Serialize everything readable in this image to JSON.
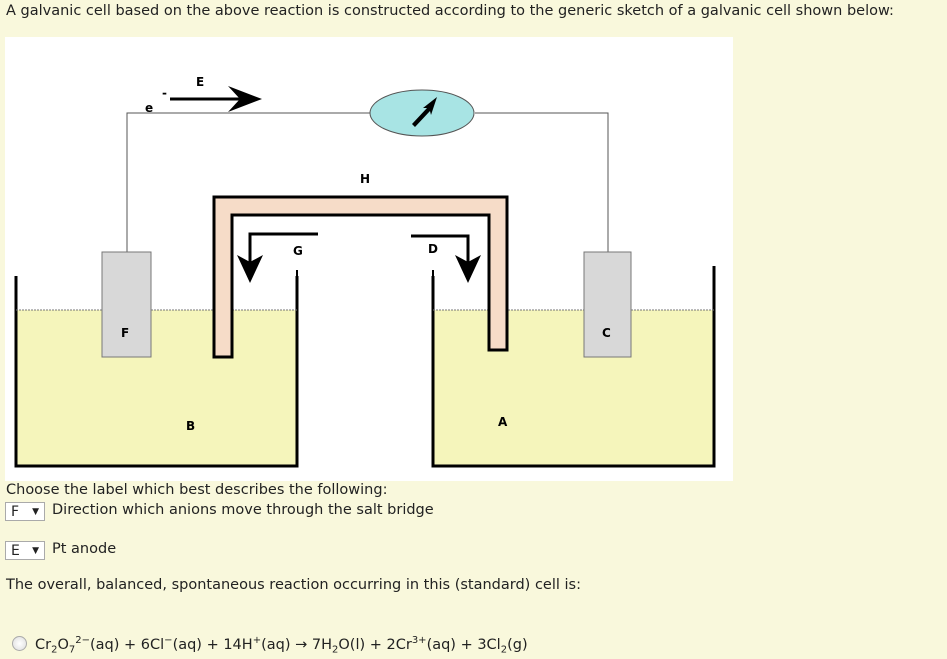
{
  "intro": "A galvanic cell based on the above reaction is constructed according to the generic sketch of a galvanic cell shown below:",
  "diagram": {
    "labels": {
      "E": "E",
      "H": "H",
      "G": "G",
      "D": "D",
      "F": "F",
      "C": "C",
      "B": "B",
      "A": "A",
      "electron": "e",
      "electron_sup": "-"
    }
  },
  "prompt": "Choose the label which best describes the following:",
  "questions": [
    {
      "selected": "F",
      "text": "Direction which anions move through the salt bridge"
    },
    {
      "selected": "E",
      "text": "Pt anode"
    }
  ],
  "reaction_prompt": "The overall, balanced, spontaneous reaction occurring in this (standard) cell is:",
  "option1": {
    "p1": "Cr",
    "s1": "2",
    "p2": "O",
    "s2": "7",
    "sup1": "2−",
    "p3": "(aq) + 6Cl",
    "sup2": "−",
    "p4": "(aq) + 14H",
    "sup3": "+",
    "p5": "(aq) → 7H",
    "s3": "2",
    "p6": "O(l) + 2Cr",
    "sup4": "3+",
    "p7": "(aq) + 3Cl",
    "s4": "2",
    "p8": "(g)"
  }
}
